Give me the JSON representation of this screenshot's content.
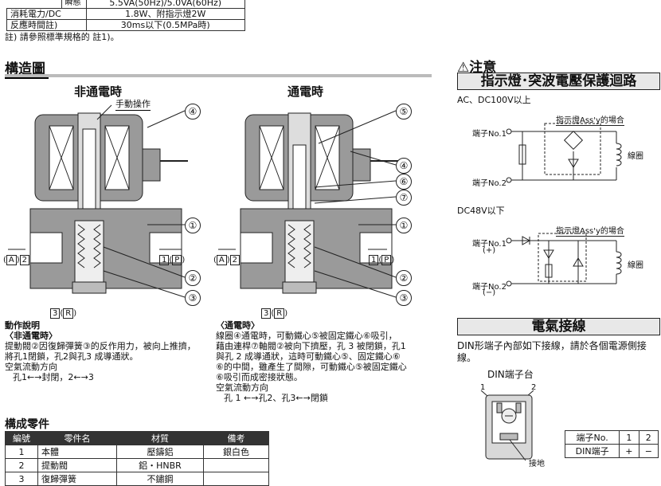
{
  "spec": {
    "rows": [
      {
        "label": "",
        "sub": "瞬態",
        "value": "5.5VA(50Hz)/5.0VA(60Hz)"
      },
      {
        "label": "消耗電力/DC",
        "sub": "",
        "value": "1.8W、附指示燈2W"
      },
      {
        "label": "反應時間註)",
        "sub": "",
        "value": "30ms以下(0.5MPa時)"
      }
    ],
    "note": "註) 請參照標準規格的 註1)。"
  },
  "structure": {
    "title": "構造圖",
    "left": {
      "title": "非通電時",
      "manual": "手動操作",
      "callouts": [
        "④",
        "①",
        "②",
        "③"
      ],
      "port_a": "A",
      "port_a2": "2",
      "port_p1": "1",
      "port_p": "P",
      "port_r3": "3",
      "port_r": "R"
    },
    "right": {
      "title": "通電時",
      "callouts": [
        "⑤",
        "④",
        "⑥",
        "⑦",
        "①",
        "②",
        "③"
      ],
      "port_a": "A",
      "port_a2": "2",
      "port_p1": "1",
      "port_p": "P",
      "port_r3": "3",
      "port_r": "R"
    }
  },
  "operation": {
    "title": "動作說明",
    "left_heading": "〈非通電時〉",
    "left_lines": [
      "提動閥②因復歸彈簧③的反作用力，被向上推擠，",
      "將孔1閉鎖，孔2與孔3 成導通狀。",
      "空氣流動方向",
      "孔1←→封閉，2←→3"
    ],
    "right_heading": "〈通電時〉",
    "right_lines": [
      "線圈④通電時，可動鐵心⑤被固定鐵心⑥吸引，",
      "藉由連桿⑦軸閥②被向下擠壓，孔 3 被閉鎖，孔1",
      "與孔 2 成導通狀，這時可動鐵心⑤、固定鐵心⑥",
      "⑥的中間，雖產生了間隙，可動鐵心⑤被固定鐵心",
      "⑥吸引而成密接狀態。",
      "空氣流動方向",
      "孔 1 ←→孔2、孔3←→閉鎖"
    ]
  },
  "parts": {
    "title": "構成零件",
    "headers": [
      "編號",
      "零件名",
      "材質",
      "備考"
    ],
    "rows": [
      [
        "1",
        "本體",
        "壓鑄鋁",
        "銀白色"
      ],
      [
        "2",
        "提動閥",
        "鋁・HNBR",
        ""
      ],
      [
        "3",
        "復歸彈簧",
        "不鏽鋼",
        ""
      ]
    ]
  },
  "caution": {
    "heading": "注意",
    "box_title": "指示燈･突波電壓保護迴路",
    "ac_label": "AC、DC100V以上",
    "dc_label": "DC48V以下",
    "indicator_assy": "指示燈Ass'y的場合",
    "terminal1": "端子No.1",
    "terminal2": "端子No.2",
    "plus": "(+)",
    "minus": "(−)",
    "coil": "線圈"
  },
  "electrical": {
    "box_title": "電氣接線",
    "desc": "DIN形端子內部如下接線，請於各個電源側接線。",
    "din_label": "DIN端子台",
    "pin1": "1",
    "pin2": "2",
    "ground": "接地",
    "table": {
      "row1": [
        "端子No.",
        "1",
        "2"
      ],
      "row2": [
        "DIN端子",
        "+",
        "−"
      ]
    }
  }
}
